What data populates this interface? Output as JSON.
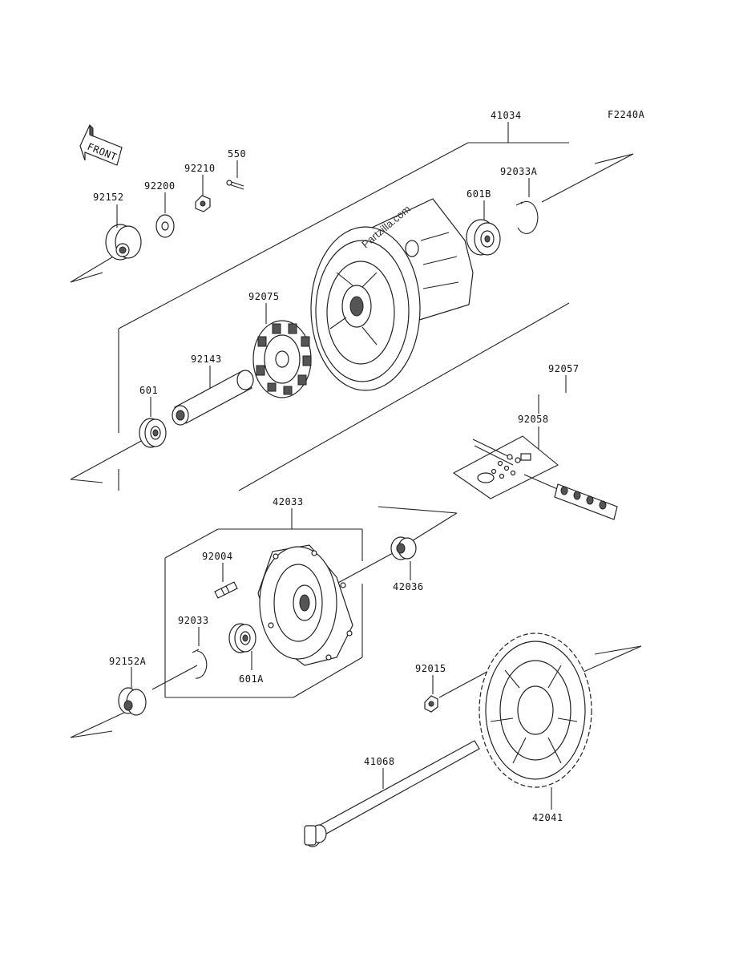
{
  "diagram": {
    "code": "F2240A",
    "direction_label": "FRONT",
    "watermark": "Partzilla.com",
    "labels": {
      "p41034": "41034",
      "p92033A": "92033A",
      "p601B": "601B",
      "p550": "550",
      "p92210": "92210",
      "p92200": "92200",
      "p92152": "92152",
      "p92075": "92075",
      "p92143": "92143",
      "p601": "601",
      "p92057": "92057",
      "p92058": "92058",
      "p42033": "42033",
      "p92004": "92004",
      "p42036": "42036",
      "p92033": "92033",
      "p601A": "601A",
      "p92152A": "92152A",
      "p92015": "92015",
      "p41068": "41068",
      "p42041": "42041"
    }
  }
}
